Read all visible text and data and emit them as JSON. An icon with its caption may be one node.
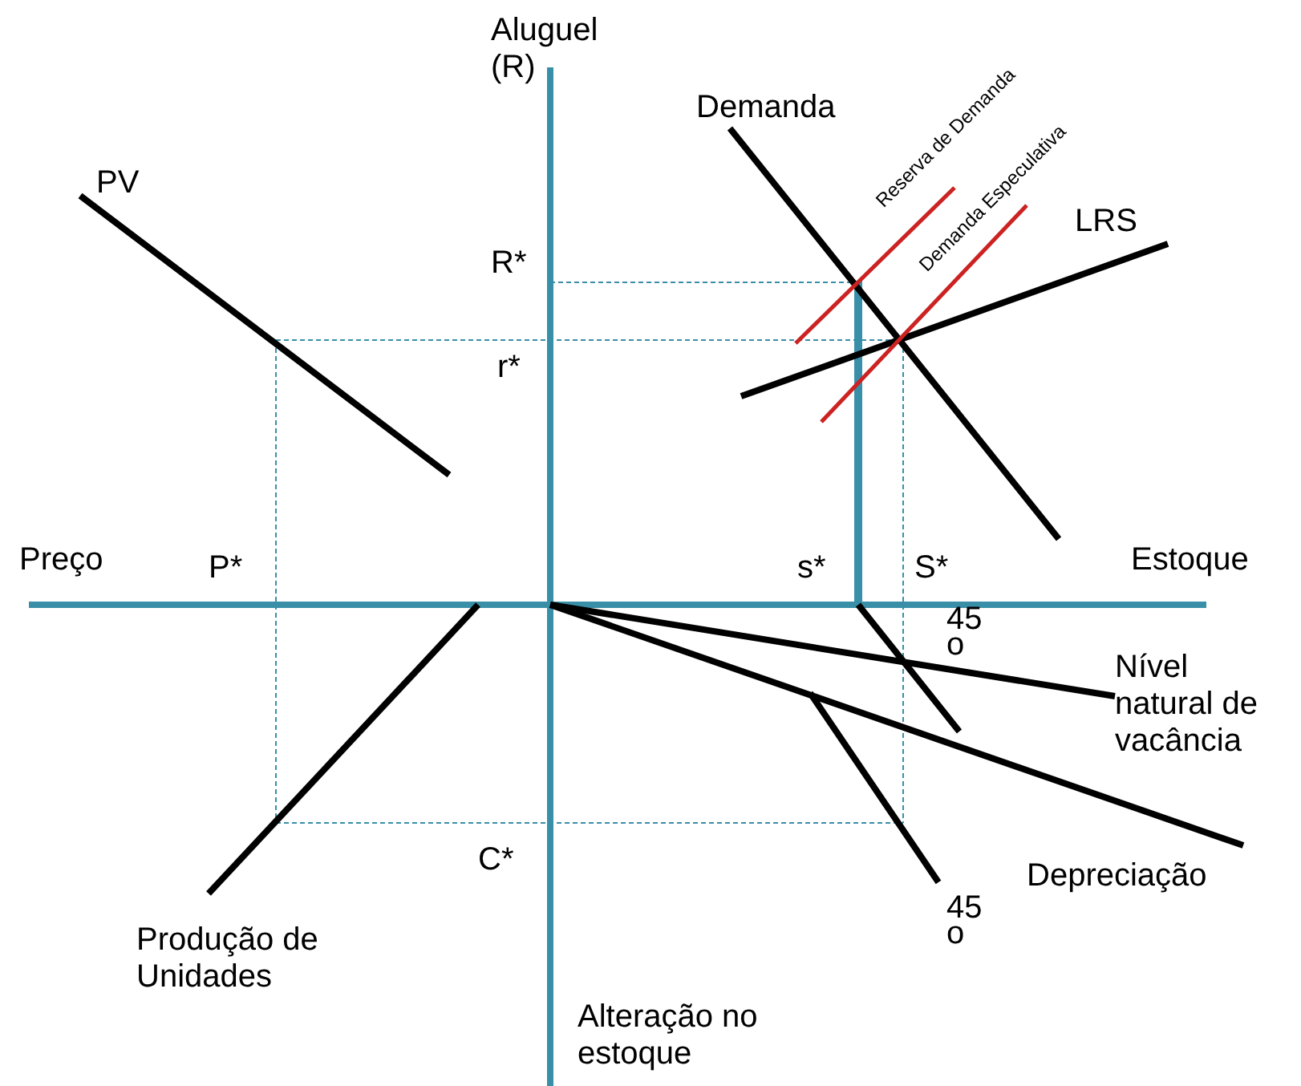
{
  "diagram": {
    "labels": [
      "Aluguel (R)",
      "Demanda",
      "Reserva de Demanda",
      "Demanda Especulativa",
      "LRS",
      "PV",
      "R*",
      "r*",
      "Preço",
      "P*",
      "s*",
      "S*",
      "Estoque",
      "45 o",
      "Nível natural de vacância",
      "Depreciação",
      "C*",
      "45 o",
      "Produção de Unidades",
      "Alteração no estoque"
    ]
  }
}
